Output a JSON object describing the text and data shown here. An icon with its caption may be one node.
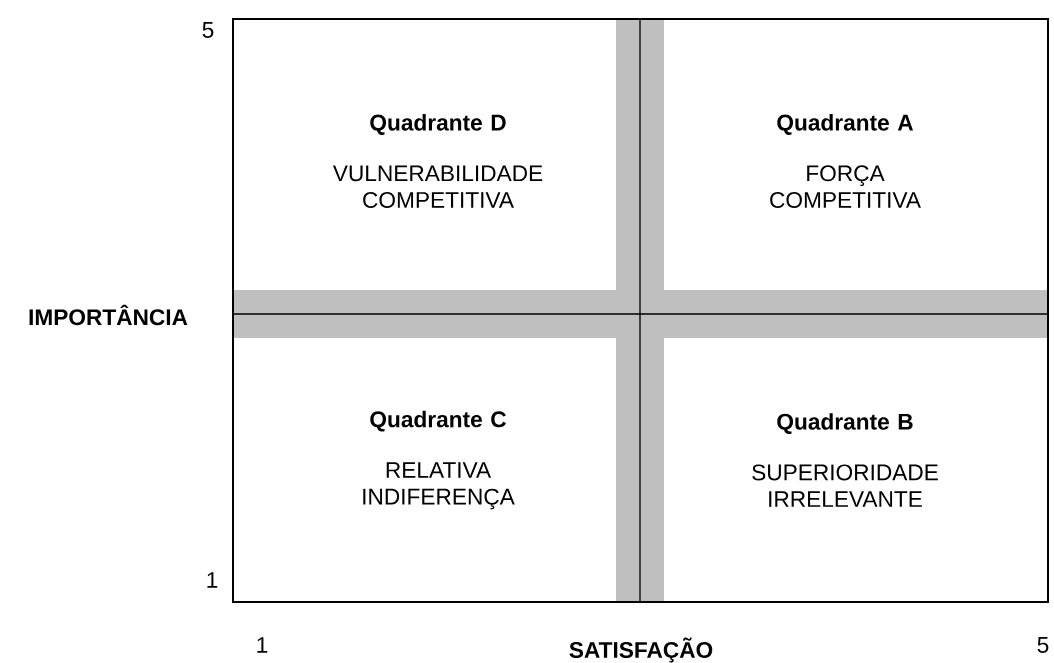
{
  "diagram": {
    "nodes": [
      {
        "text": [
          "Quadrante D",
          "VULNERABILIDADE COMPETITIVA"
        ]
      },
      {
        "text": [
          "Quadrante A",
          "FORÇA COMPETITIVA"
        ]
      },
      {
        "text": [
          "Quadrante C",
          "RELATIVA INDIFERENÇA"
        ]
      },
      {
        "text": [
          "Quadrante B",
          "SUPERIORIDADE IRRELEVANTE"
        ]
      }
    ],
    "labels": [
      "5",
      "IMPORTÂNCIA",
      "1",
      "1",
      "SATISFAÇÃO",
      "5"
    ]
  }
}
